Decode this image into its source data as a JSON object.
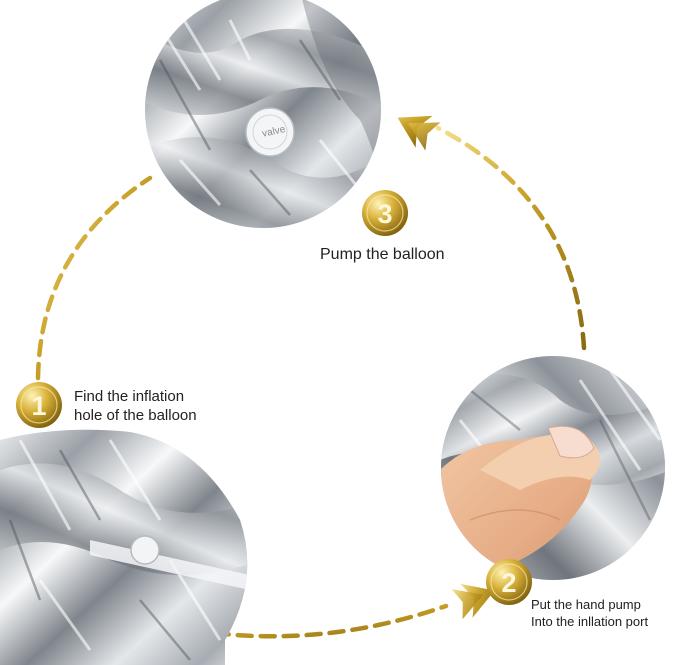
{
  "colors": {
    "gold": "#c9a227",
    "gold_light": "#f3dc7a",
    "gold_dark": "#8a6a12",
    "foil": "#c9cdd2"
  },
  "steps": [
    {
      "number": "1",
      "text": "Find the inflation\nhole of the balloon"
    },
    {
      "number": "2",
      "text": "Put the hand pump\nInto the inllation port"
    },
    {
      "number": "3",
      "text": "Pump the balloon"
    }
  ],
  "valve_label": "valve"
}
